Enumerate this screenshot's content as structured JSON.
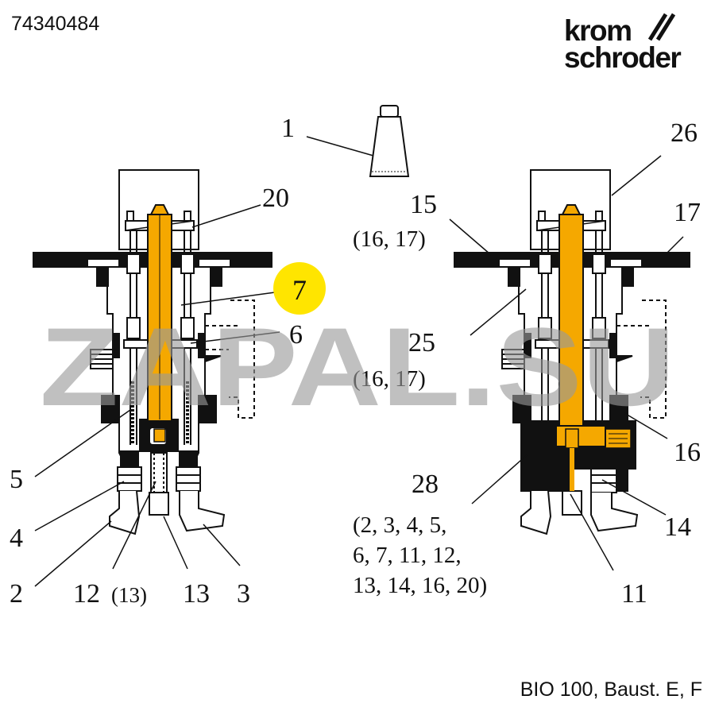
{
  "document": {
    "code": "74340484",
    "model": "BIO 100, Baust. E, F"
  },
  "logo": {
    "line1": "krom",
    "line2": "schroder"
  },
  "watermark": "ZAPAL.SU",
  "colors": {
    "highlight": "#f5a800",
    "badge": "#ffe500",
    "line": "#111111",
    "watermark": "#9a9a9a"
  },
  "labels": {
    "p1": "1",
    "p20": "20",
    "p7": "7",
    "p6": "6",
    "p5": "5",
    "p4": "4",
    "p2": "2",
    "p12": "12",
    "p12sub": "(13)",
    "p13": "13",
    "p3": "3",
    "p26": "26",
    "p15": "15",
    "p15sub": "(16, 17)",
    "p17": "17",
    "p25": "25",
    "p25sub": "(16, 17)",
    "p16": "16",
    "p28": "28",
    "p28l1": "(2, 3, 4, 5,",
    "p28l2": "6, 7, 11, 12,",
    "p28l3": "13, 14, 16, 20)",
    "p14": "14",
    "p11": "11"
  }
}
